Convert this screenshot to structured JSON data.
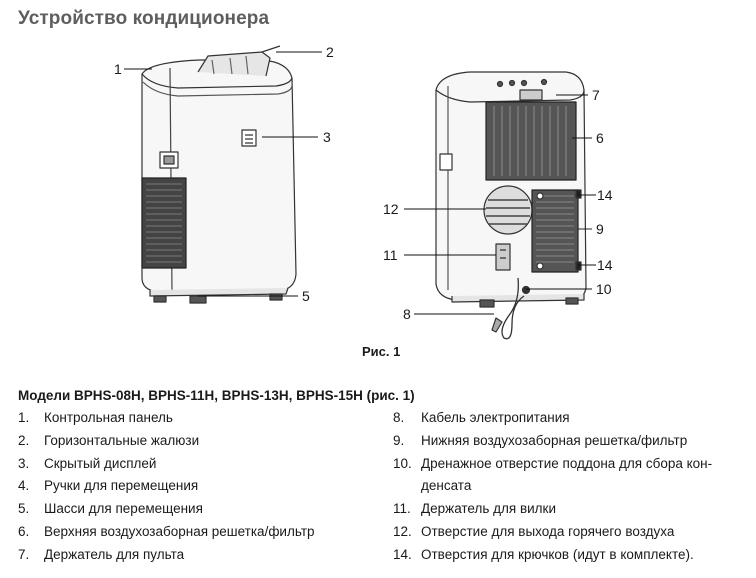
{
  "page": {
    "title": "Устройство кондиционера",
    "figure_caption": "Рис. 1",
    "models_heading": "Модели  BPHS-08H, BPHS-11H, BPHS-13H, BPHS-15H (рис. 1)"
  },
  "callouts": {
    "c1": "1",
    "c2": "2",
    "c3": "3",
    "c5": "5",
    "c6": "6",
    "c7": "7",
    "c8": "8",
    "c9": "9",
    "c10": "10",
    "c11": "11",
    "c12": "12",
    "c14a": "14",
    "c14b": "14"
  },
  "parts_left": [
    {
      "num": "1.",
      "label": "Контрольная панель"
    },
    {
      "num": "2.",
      "label": "Горизонтальные жалюзи"
    },
    {
      "num": "3.",
      "label": "Скрытый дисплей"
    },
    {
      "num": "4.",
      "label": "Ручки для перемещения"
    },
    {
      "num": "5.",
      "label": "Шасси для перемещения"
    },
    {
      "num": "6.",
      "label": "Верхняя воздухозаборная решетка/фильтр"
    },
    {
      "num": "7.",
      "label": "Держатель для пульта"
    }
  ],
  "parts_right": [
    {
      "num": "8.",
      "label": "Кабель электропитания"
    },
    {
      "num": "9.",
      "label": "Нижняя воздухозаборная решетка/фильтр"
    },
    {
      "num": "10.",
      "label": "Дренажное отверстие поддона для сбора кон-"
    },
    {
      "num": "",
      "label": "денсата"
    },
    {
      "num": "11.",
      "label": "Держатель для вилки"
    },
    {
      "num": "12.",
      "label": "Отверстие для выхода горячего воздуха"
    },
    {
      "num": "14.",
      "label": "Отверстия для крючков (идут в комплекте)."
    }
  ]
}
